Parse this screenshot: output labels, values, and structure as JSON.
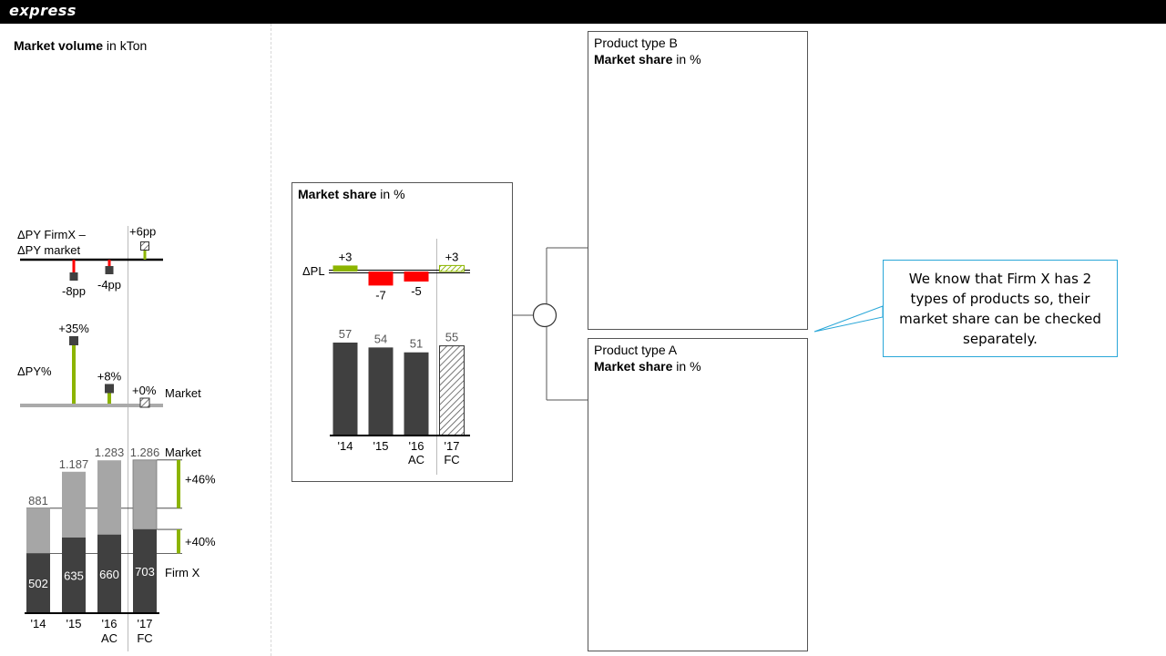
{
  "app": {
    "brand": "express"
  },
  "left_panel": {
    "title_bold": "Market volume",
    "title_rest": " in kTon"
  },
  "middle_panel": {
    "title_bold": "Market share",
    "title_rest": " in %"
  },
  "boxes": {
    "product_b": {
      "line1": "Product type B",
      "title_bold": "Market share",
      "title_rest": " in %"
    },
    "product_a": {
      "line1": "Product type A",
      "title_bold": "Market share",
      "title_rest": " in %"
    }
  },
  "callout": {
    "text": "We know that Firm X has 2 types of products so, their market share can be checked separately."
  },
  "colors": {
    "dark_bar": "#404040",
    "light_bar": "#a6a6a6",
    "positive": "#8cb400",
    "negative": "#ff0000",
    "callout_border": "#2aa7d8"
  },
  "chart_data": [
    {
      "id": "market-volume",
      "type": "bar",
      "categories": [
        "'14",
        "'15",
        "'16",
        "'17"
      ],
      "category_sublabels": [
        "",
        "",
        "AC",
        "FC"
      ],
      "series": [
        {
          "name": "Firm X",
          "values": [
            502,
            635,
            660,
            703
          ],
          "labels": [
            "502",
            "635",
            "660",
            "703"
          ]
        },
        {
          "name": "Market",
          "values": [
            881,
            1187,
            1283,
            1286
          ],
          "labels": [
            "881",
            "1.187",
            "1.283",
            "1.286"
          ]
        }
      ],
      "forecast_from_index": 3,
      "growth_annotations": [
        {
          "series": "Market",
          "label": "+46%"
        },
        {
          "series": "Firm X",
          "label": "+40%"
        }
      ],
      "ylim": [
        0,
        1300
      ]
    },
    {
      "id": "dpy-percent",
      "type": "pin",
      "label": "ΔPY%",
      "series_name": "Market",
      "values": [
        35,
        8,
        0
      ],
      "labels": [
        "+35%",
        "+8%",
        "+0%"
      ],
      "categories": [
        "'15",
        "'16",
        "'17"
      ]
    },
    {
      "id": "dpy-firmx-minus-market",
      "type": "pin",
      "label_line1": "ΔPY FirmX –",
      "label_line2": "ΔPY market",
      "values": [
        -8,
        -4,
        6
      ],
      "labels": [
        "-8pp",
        "-4pp",
        "+6pp"
      ],
      "categories": [
        "'15",
        "'16",
        "'17"
      ]
    },
    {
      "id": "market-share",
      "type": "bar",
      "categories": [
        "'14",
        "'15",
        "'16",
        "'17"
      ],
      "category_sublabels": [
        "",
        "",
        "AC",
        "FC"
      ],
      "values": [
        57,
        54,
        51,
        55
      ],
      "labels": [
        "57",
        "54",
        "51",
        "55"
      ],
      "forecast_from_index": 3,
      "ylim": [
        0,
        60
      ]
    },
    {
      "id": "market-share-dpl",
      "type": "variance",
      "label": "ΔPL",
      "values": [
        3,
        -7,
        -5,
        3
      ],
      "labels": [
        "+3",
        "-7",
        "-5",
        "+3"
      ],
      "forecast_from_index": 3
    }
  ]
}
